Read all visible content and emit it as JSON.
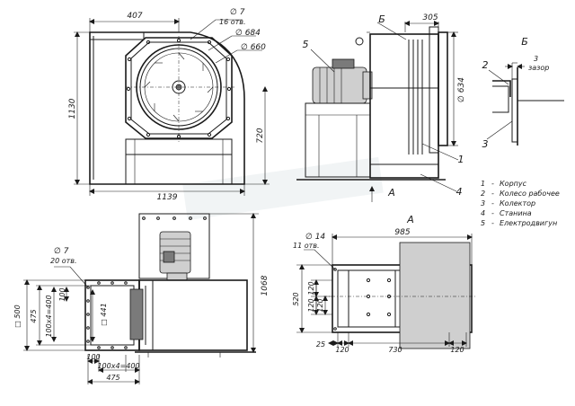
{
  "front_view": {
    "dim_407": "407",
    "hole_d7": "∅ 7",
    "holes_16": "16 отв.",
    "dia_684": "∅ 684",
    "dia_660": "∅ 660",
    "height_1130": "1130",
    "height_720": "720",
    "width_1139": "1139"
  },
  "side_view": {
    "section_b": "Б",
    "dim_305": "305",
    "callout_5": "5",
    "dia_634": "∅ 634",
    "callout_1": "1",
    "callout_4": "4",
    "view_arrow_a": "A"
  },
  "detail_b": {
    "title": "Б",
    "gap_value": "3",
    "gap_label": "зазор",
    "callout_2": "2",
    "callout_3": "3"
  },
  "legend": {
    "items": [
      {
        "num": "1",
        "text": "Корпус"
      },
      {
        "num": "2",
        "text": "Колесо рабочее"
      },
      {
        "num": "3",
        "text": "Колектор"
      },
      {
        "num": "4",
        "text": "Станина"
      },
      {
        "num": "5",
        "text": "Електродвигун"
      }
    ]
  },
  "bottom_left_view": {
    "hole_d7": "∅ 7",
    "holes_20": "20 отв.",
    "sq_500": "□ 500",
    "dim_475_v": "475",
    "dim_100x4_v": "100x4=400",
    "dim_100_v": "100",
    "sq_441": "□ 441",
    "dim_100_h": "100",
    "dim_100x4_h": "100x4=400",
    "dim_475_h": "475",
    "height_1068": "1068"
  },
  "view_a": {
    "title": "A",
    "dim_985": "985",
    "hole_d14": "∅ 14",
    "holes_11": "11 отв.",
    "dim_520": "520",
    "dim_120a": "120",
    "dim_120b": "120",
    "dim_120c": "120",
    "dim_25": "25",
    "dim_120d": "120",
    "dim_730": "730",
    "dim_120e": "120"
  }
}
